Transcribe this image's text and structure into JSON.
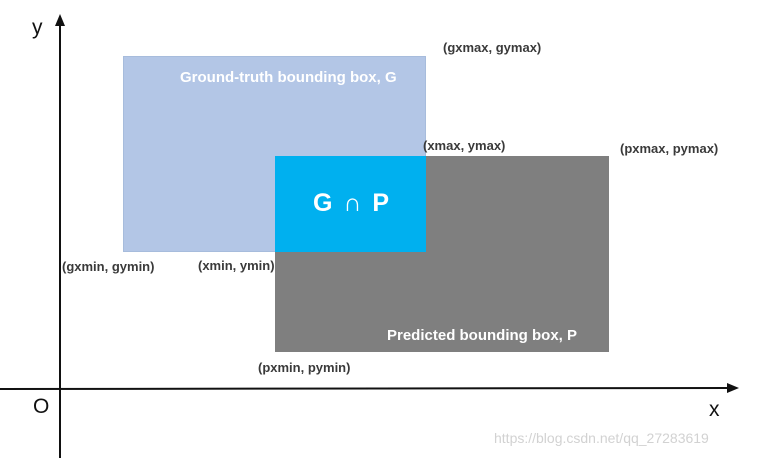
{
  "axes": {
    "y_label": "y",
    "x_label": "x",
    "origin_label": "O"
  },
  "ground_truth_box": {
    "title": "Ground-truth bounding box, G",
    "top_right": "(gxmax, gymax)",
    "bottom_left": "(gxmin, gymin)",
    "color": "#b3c6e6"
  },
  "predicted_box": {
    "title": "Predicted bounding box, P",
    "top_right": "(pxmax, pymax)",
    "bottom_left": "(pxmin, pymin)",
    "color": "#7f7f7f"
  },
  "intersection": {
    "label": "G ∩ P",
    "top_right": "(xmax, ymax)",
    "bottom_left": "(xmin, ymin)",
    "color": "#00b0ef"
  },
  "watermark": "https://blog.csdn.net/qq_27283619"
}
